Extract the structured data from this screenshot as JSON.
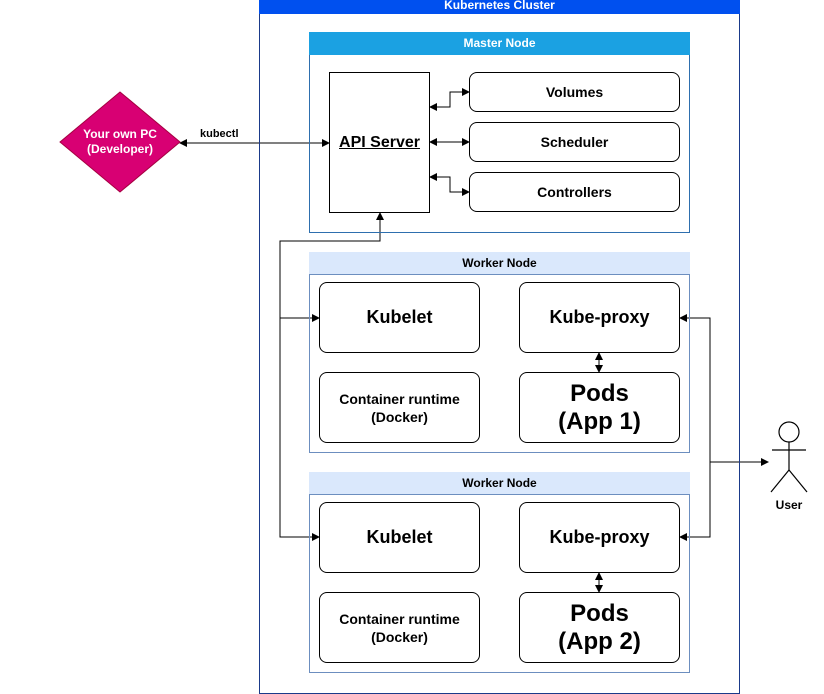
{
  "cluster": {
    "title": "Kubernetes Cluster"
  },
  "developer": {
    "line1": "Your own PC",
    "line2": "(Developer)",
    "fill_color": "#d80073"
  },
  "kubectl_label": "kubectl",
  "master": {
    "title": "Master Node",
    "header_color": "#1ba1e2",
    "api_server": "API Server",
    "components": [
      "Volumes",
      "Scheduler",
      "Controllers"
    ]
  },
  "workers": [
    {
      "title": "Worker Node",
      "kubelet": "Kubelet",
      "kube_proxy": "Kube-proxy",
      "runtime_line1": "Container runtime",
      "runtime_line2": "(Docker)",
      "pods_line1": "Pods",
      "pods_line2": "(App 1)"
    },
    {
      "title": "Worker Node",
      "kubelet": "Kubelet",
      "kube_proxy": "Kube-proxy",
      "runtime_line1": "Container runtime",
      "runtime_line2": "(Docker)",
      "pods_line1": "Pods",
      "pods_line2": "(App 2)"
    }
  ],
  "user": {
    "label": "User"
  }
}
